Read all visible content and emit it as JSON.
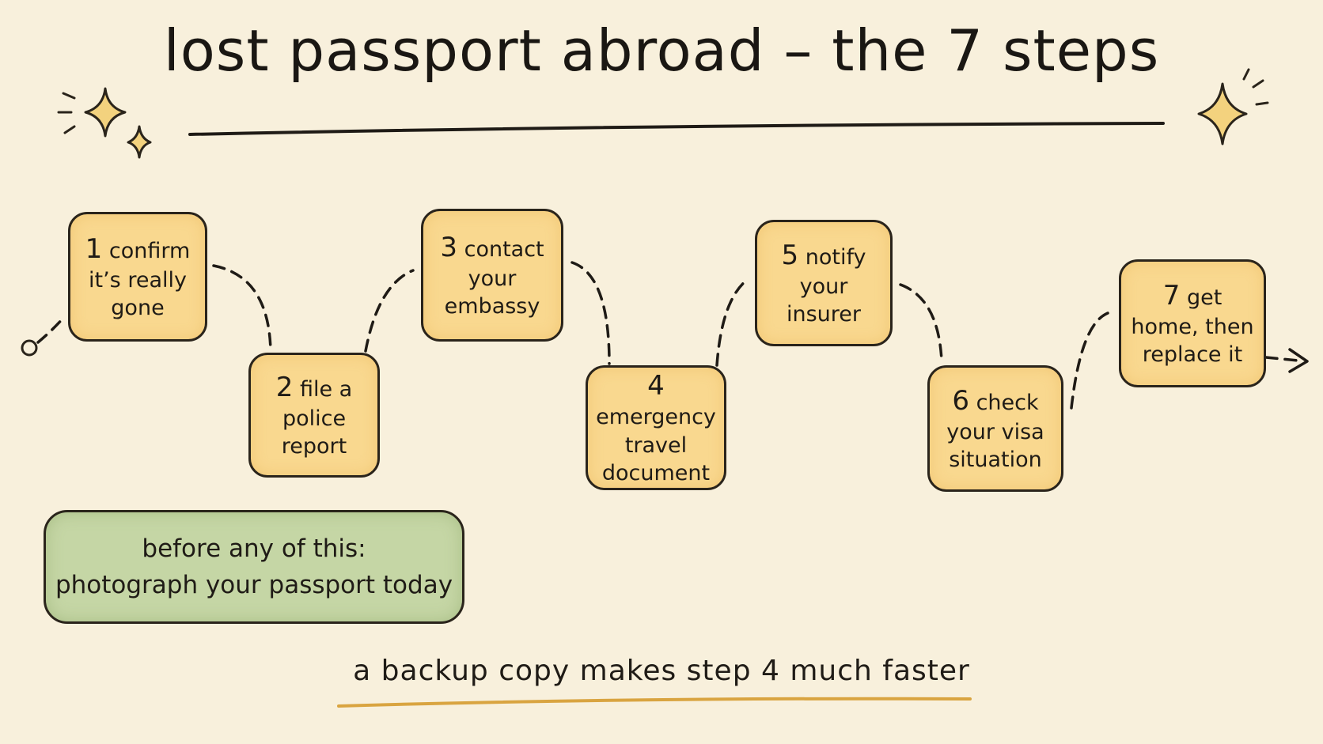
{
  "title": "lost passport abroad – the 7 steps",
  "steps": [
    {
      "number": "1",
      "text": "confirm it’s really gone"
    },
    {
      "number": "2",
      "text": "file a police report"
    },
    {
      "number": "3",
      "text": "contact your embassy"
    },
    {
      "number": "4",
      "text": "emergency travel document"
    },
    {
      "number": "5",
      "text": "notify your insurer"
    },
    {
      "number": "6",
      "text": "check your visa situation"
    },
    {
      "number": "7",
      "text": "get home, then replace it"
    }
  ],
  "tip": {
    "line1": "before any of this:",
    "line2": "photograph your passport today"
  },
  "footer": "a backup copy makes step 4 much faster",
  "colors": {
    "background": "#f8f0dc",
    "step_fill": "#f9d88f",
    "tip_fill": "#c5d6a5",
    "ink": "#2a241b",
    "sparkle": "#f3d27e",
    "underline": "#d9a440"
  }
}
